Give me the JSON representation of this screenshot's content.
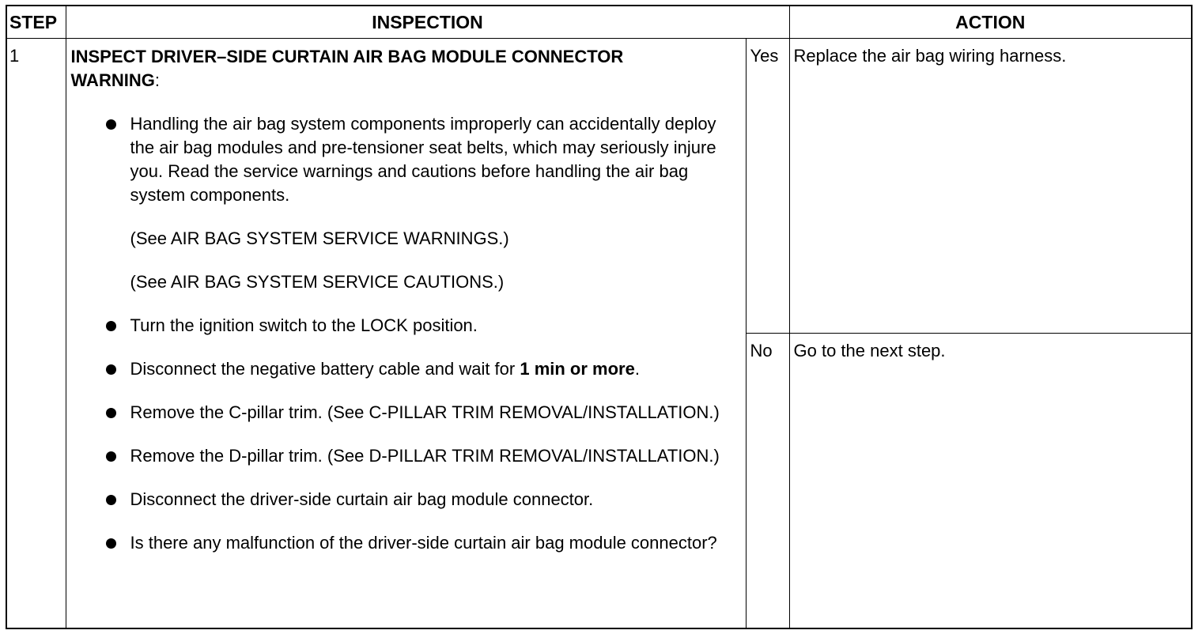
{
  "headers": {
    "step": "STEP",
    "inspection": "INSPECTION",
    "action": "ACTION"
  },
  "step_number": "1",
  "inspection": {
    "title": "INSPECT DRIVER–SIDE CURTAIN AIR BAG MODULE CONNECTOR",
    "warning_label": "WARNING",
    "warning_colon": ":",
    "bullets": [
      {
        "text": "Handling the air bag system components improperly can accidentally deploy the air bag modules and pre-tensioner seat belts, which may seriously injure you. Read the service warnings and cautions before handling the air bag system components.",
        "see1": "(See AIR BAG SYSTEM SERVICE WARNINGS.)",
        "see2": "(See AIR BAG SYSTEM SERVICE CAUTIONS.)"
      },
      {
        "text": "Turn the ignition switch to the LOCK position."
      },
      {
        "text_before": "Disconnect the negative battery cable and wait for ",
        "text_bold": "1 min or more",
        "text_after": "."
      },
      {
        "text": "Remove the C-pillar trim. (See C-PILLAR TRIM REMOVAL/INSTALLATION.)"
      },
      {
        "text": "Remove the D-pillar trim. (See D-PILLAR TRIM REMOVAL/INSTALLATION.)"
      },
      {
        "text": "Disconnect the driver-side curtain air bag module connector."
      },
      {
        "text": "Is there any malfunction of the driver-side curtain air bag module connector?"
      }
    ]
  },
  "results": [
    {
      "answer": "Yes",
      "action": "Replace the air bag wiring harness."
    },
    {
      "answer": "No",
      "action": "Go to the next step."
    }
  ]
}
